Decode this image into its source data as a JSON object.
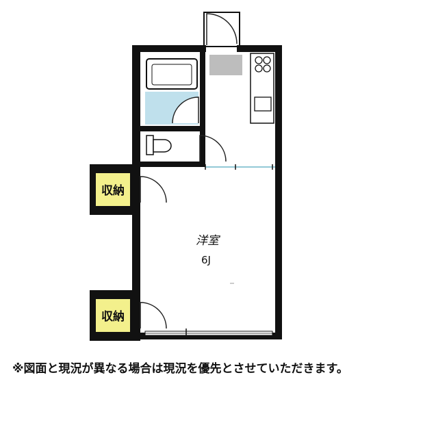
{
  "floorplan": {
    "room_main": {
      "name": "洋室",
      "size": "6J"
    },
    "storage_upper": {
      "label": "収納"
    },
    "storage_lower": {
      "label": "収納"
    },
    "colors": {
      "wall": "#111111",
      "storage_fill": "#f3f08c",
      "bath_fill": "#bfe0ec",
      "kitchen_sink": "#bdbdbd",
      "door_line": "#222222",
      "window_tick": "#6fb7c9"
    }
  },
  "footer": {
    "note": "※図面と現況が異なる場合は現況を優先とさせていただきます。"
  }
}
